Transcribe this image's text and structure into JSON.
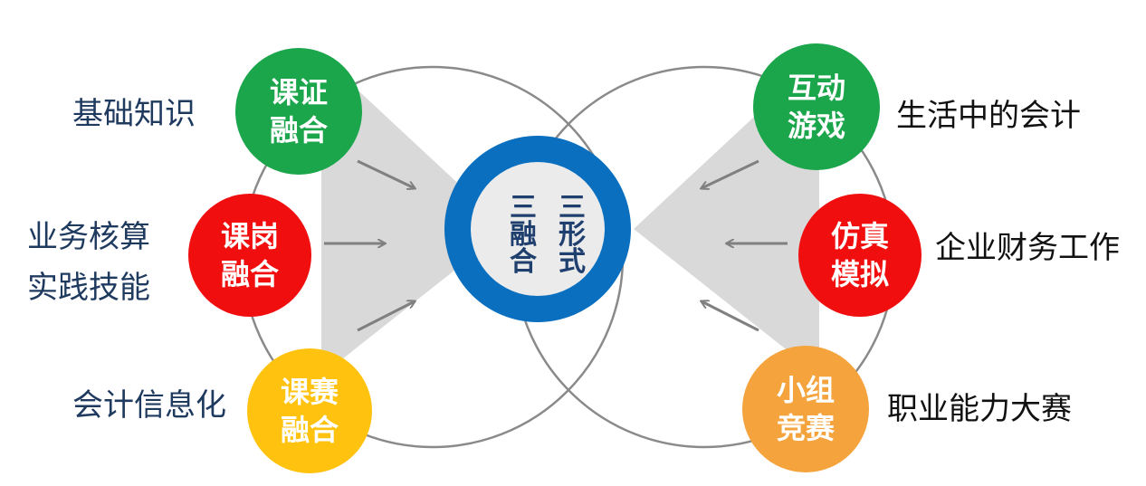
{
  "center": {
    "col_left": "三融合",
    "col_right": "三形式"
  },
  "nodes": {
    "top_left": {
      "line1": "课证",
      "line2": "融合",
      "color": "#1ca64c"
    },
    "mid_left": {
      "line1": "课岗",
      "line2": "融合",
      "color": "#f10e0e"
    },
    "bottom_left": {
      "line1": "课赛",
      "line2": "融合",
      "color": "#ffc20e"
    },
    "top_right": {
      "line1": "互动",
      "line2": "游戏",
      "color": "#1ca64c"
    },
    "mid_right": {
      "line1": "仿真",
      "line2": "模拟",
      "color": "#f10e0e"
    },
    "bottom_right": {
      "line1": "小组",
      "line2": "竞赛",
      "color": "#f5a33c"
    }
  },
  "labels": {
    "left_top": "基础知识",
    "left_mid_line1": "业务核算",
    "left_mid_line2": "实践技能",
    "left_bottom": "会计信息化",
    "right_top": "生活中的会计",
    "right_mid": "企业财务工作",
    "right_bottom": "职业能力大赛"
  },
  "colors": {
    "ring": "#0a6fbf",
    "core": "#ebebeb",
    "wedge": "#d9d9d9",
    "arrow": "#808080",
    "outline": "#8a8a8a"
  }
}
